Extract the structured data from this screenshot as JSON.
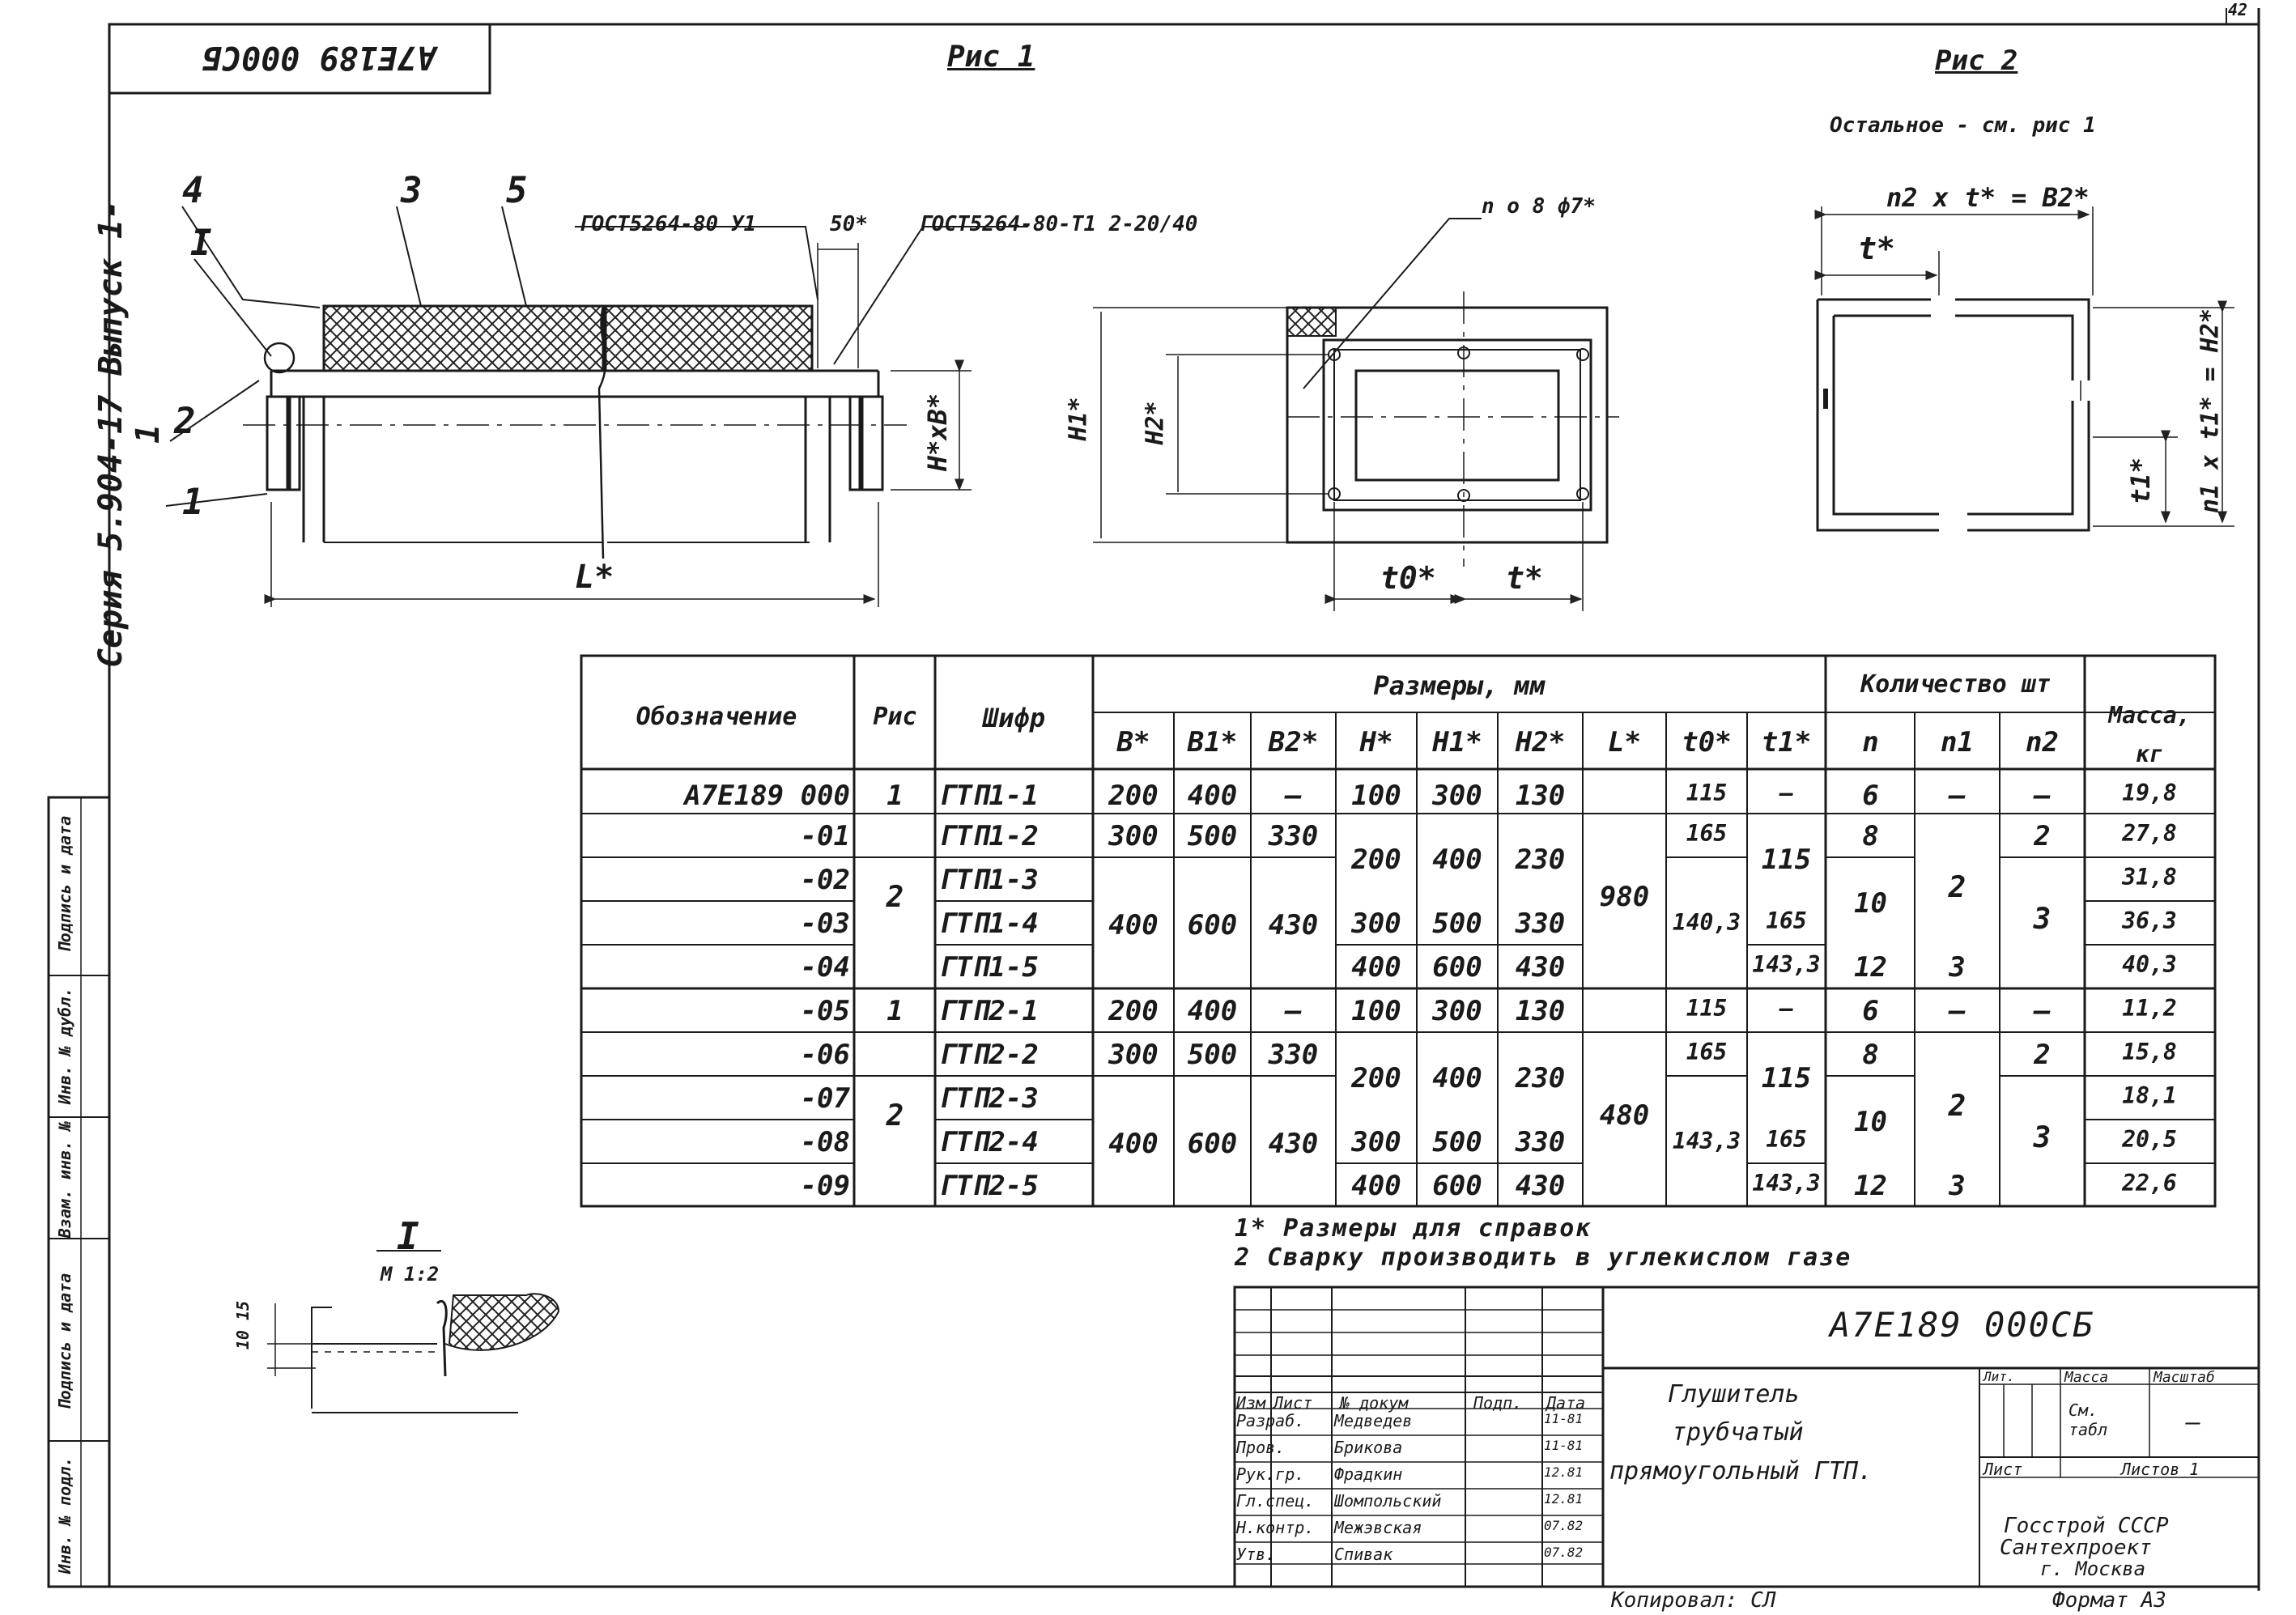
{
  "sheet": {
    "number": "42",
    "doc_code_stamp": "А7Е189 000СБ",
    "series_label": "Серия 5.904-17 Выпуск 1-1",
    "left_strip": [
      "Подпись и дата",
      "Инв. № дубл.",
      "Взам. инв. №",
      "Подпись и дата",
      "Инв. № подл."
    ],
    "copied_by": "Копировал: СЛ",
    "format": "Формат А3"
  },
  "fig1": {
    "title": "Рис 1",
    "leaders": [
      "4",
      "3",
      "5",
      "I",
      "2",
      "1"
    ],
    "weld1": "ГОСТ5264-80 У1",
    "weld2": "ГОСТ5264-80-Т1 2-20/40",
    "dim_50": "50*",
    "dim_L": "L*",
    "dim_HxB": "H*xB*",
    "end_bolts": "n o 8 ф7*",
    "dim_H1": "H1*",
    "dim_H2": "H2*",
    "dim_t0": "t0*",
    "dim_t": "t*"
  },
  "fig2": {
    "title": "Рис 2",
    "subtitle": "Остальное - см. рис 1",
    "dim_top": "n2 x t* = B2*",
    "dim_t": "t*",
    "dim_right": "n1 x t1* = H2*",
    "dim_t1": "t1*"
  },
  "detail": {
    "title": "I",
    "subtitle": "М 1:2",
    "dim": "10 15"
  },
  "table": {
    "headers": {
      "designation": "Обозначение",
      "fig": "Рис",
      "code": "Шифр",
      "dims_group": "Размеры, мм",
      "qty_group": "Количество шт",
      "mass": "Масса, кг"
    },
    "dim_cols": [
      "B*",
      "B1*",
      "B2*",
      "H*",
      "H1*",
      "H2*",
      "L*",
      "t0*",
      "t1*"
    ],
    "qty_cols": [
      "n",
      "n1",
      "n2"
    ],
    "rows": [
      {
        "des": "А7Е189 000",
        "fig": "1",
        "code": "ГТП1-1",
        "B": "200",
        "B1": "400",
        "B2": "—",
        "H": "100",
        "H1": "300",
        "H2": "130",
        "t0": "115",
        "t1": "—",
        "n": "6",
        "n1": "—",
        "n2": "—",
        "m": "19,8"
      },
      {
        "des": "-01",
        "code": "ГТП1-2",
        "B": "300",
        "B1": "500",
        "B2": "330",
        "t0": "165",
        "n": "8",
        "n2": "2",
        "m": "27,8"
      },
      {
        "des": "-02",
        "code": "ГТП1-3",
        "m": "31,8"
      },
      {
        "des": "-03",
        "code": "ГТП1-4",
        "H": "300",
        "H1": "500",
        "H2": "330",
        "t1": "165",
        "m": "36,3"
      },
      {
        "des": "-04",
        "code": "ГТП1-5",
        "H": "400",
        "H1": "600",
        "H2": "430",
        "t1": "143,3",
        "n": "12",
        "n1": "3",
        "m": "40,3"
      },
      {
        "des": "-05",
        "fig": "1",
        "code": "ГТП2-1",
        "B": "200",
        "B1": "400",
        "B2": "—",
        "H": "100",
        "H1": "300",
        "H2": "130",
        "t0": "115",
        "t1": "—",
        "n": "6",
        "n1": "—",
        "n2": "—",
        "m": "11,2"
      },
      {
        "des": "-06",
        "code": "ГТП2-2",
        "B": "300",
        "B1": "500",
        "B2": "330",
        "t0": "165",
        "n": "8",
        "n2": "2",
        "m": "15,8"
      },
      {
        "des": "-07",
        "code": "ГТП2-3",
        "m": "18,1"
      },
      {
        "des": "-08",
        "code": "ГТП2-4",
        "H": "300",
        "H1": "500",
        "H2": "330",
        "t1": "165",
        "m": "20,5"
      },
      {
        "des": "-09",
        "code": "ГТП2-5",
        "H": "400",
        "H1": "600",
        "H2": "430",
        "t1": "143,3",
        "n": "12",
        "n1": "3",
        "m": "22,6"
      }
    ],
    "merged": {
      "fig_2a": "2",
      "fig_2b": "2",
      "H_1a": "200",
      "H1_1a": "400",
      "H2_1a": "230",
      "H_2a": "200",
      "H1_2a": "400",
      "H2_2a": "230",
      "B_1b": "400",
      "B1_1b": "600",
      "B2_1b": "430",
      "B_2b": "400",
      "B1_2b": "600",
      "B2_2b": "430",
      "L_1": "980",
      "L_2": "480",
      "t1_1a": "115",
      "t1_2a": "115",
      "t0_1b": "140,3",
      "t0_2b": "143,3",
      "n_1": "10",
      "n_2": "10",
      "n1_1": "2",
      "n1_2": "2",
      "n2_1": "3",
      "n2_2": "3"
    }
  },
  "notes": [
    "1* Размеры для справок",
    "2 Сварку производить в углекислом газе"
  ],
  "title_block": {
    "doc_code": "А7Е189 000СБ",
    "name_lines": [
      "Глушитель",
      "трубчатый",
      "прямоугольный ГТП."
    ],
    "col_heads": [
      "Изм",
      "Лист",
      "№ докум",
      "Подп.",
      "Дата"
    ],
    "roles": [
      {
        "role": "Разраб.",
        "name": "Медведев",
        "date": "11-81"
      },
      {
        "role": "Пров.",
        "name": "Брикова",
        "date": "11-81"
      },
      {
        "role": "Рук.гр.",
        "name": "Фрадкин",
        "date": "12.81"
      },
      {
        "role": "Гл.спец.",
        "name": "Шомпольский",
        "date": "12.81"
      },
      {
        "role": "Н.контр.",
        "name": "Межэвская",
        "date": "07.82"
      },
      {
        "role": "Утв.",
        "name": "Спивак",
        "date": "07.82"
      }
    ],
    "lit_label": "Лит.",
    "mass_label": "Масса",
    "scale_label": "Масштаб",
    "mass_value": "См. табл",
    "scale_value": "—",
    "sheet_label": "Лист",
    "sheets_label": "Листов 1",
    "org": [
      "Госстрой СССР",
      "Сантехпроект",
      "г. Москва"
    ]
  }
}
